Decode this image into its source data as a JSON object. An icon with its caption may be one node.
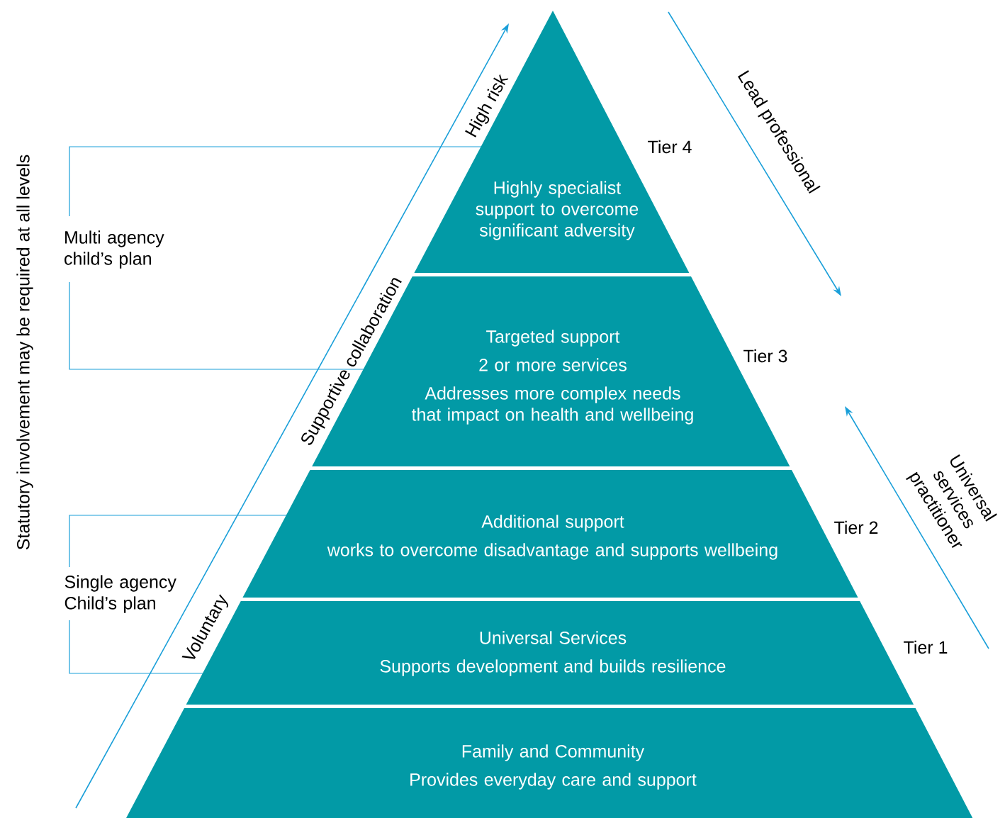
{
  "diagram": {
    "nodes": [
      {
        "text": [
          "Highly specialist support to overcome significant adversity"
        ],
        "beside": [
          "Tier 4"
        ]
      },
      {
        "text": [
          "Targeted support",
          "2 or more services",
          "Addresses more complex needs that impact on health and wellbeing"
        ],
        "beside": [
          "Tier 3"
        ]
      },
      {
        "text": [
          "Additional support",
          "works to overcome disadvantage and supports wellbeing"
        ],
        "beside": [
          "Tier 2"
        ]
      },
      {
        "text": [
          "Universal Services",
          "Supports development and builds resilience"
        ],
        "beside": [
          "Tier 1"
        ]
      },
      {
        "text": [
          "Family and Community",
          "Provides everyday care and support"
        ]
      }
    ],
    "labels": [
      "Statutory involvement may be required at all levels",
      "Multi agency child’s plan",
      "Single agency Child’s plan",
      "High risk",
      "Supportive collaboration",
      "Voluntary",
      "Lead professional",
      "Universal services practitioner"
    ]
  }
}
